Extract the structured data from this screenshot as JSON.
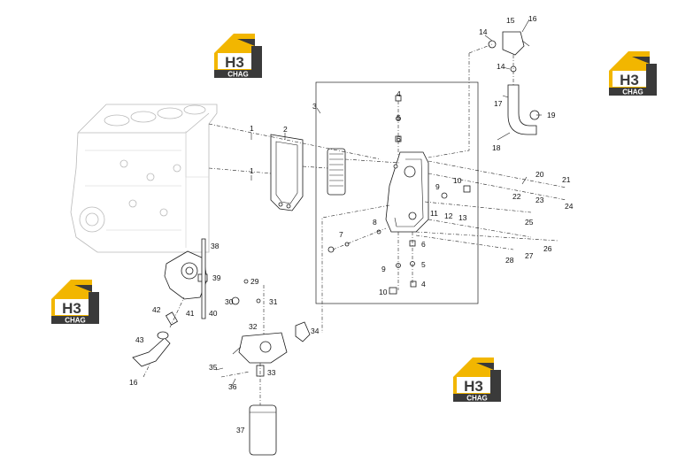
{
  "callouts": [
    "1",
    "1",
    "2",
    "3",
    "4",
    "5",
    "6",
    "7",
    "8",
    "9",
    "10",
    "11",
    "12",
    "13",
    "14",
    "14",
    "15",
    "16",
    "17",
    "18",
    "19",
    "20",
    "21",
    "22",
    "23",
    "24",
    "25",
    "26",
    "27",
    "28",
    "4",
    "5",
    "6",
    "9",
    "10",
    "16",
    "29",
    "30",
    "31",
    "32",
    "33",
    "34",
    "35",
    "36",
    "37",
    "38",
    "39",
    "40",
    "41",
    "42",
    "43"
  ],
  "watermark": {
    "mark": "H3",
    "brand": "CHAG",
    "color_gold": "#f2b600",
    "color_dark": "#3a3a3a"
  }
}
